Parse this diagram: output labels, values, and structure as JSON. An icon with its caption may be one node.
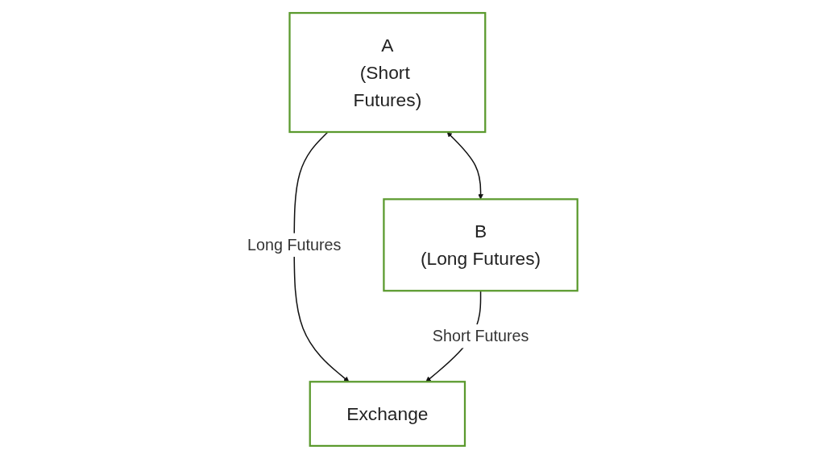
{
  "diagram": {
    "nodes": [
      {
        "text": [
          "A",
          "(Short Futures)"
        ]
      },
      {
        "text": [
          "B",
          "(Long Futures)"
        ]
      },
      {
        "text": [
          "Exchange"
        ]
      }
    ],
    "edges": [
      {
        "from": 0,
        "to": 1,
        "arrow": "both"
      },
      {
        "from": 0,
        "to": 2,
        "arrow": "to",
        "label": "Long Futures"
      },
      {
        "from": 1,
        "to": 2,
        "arrow": "to",
        "label": "Short Futures"
      }
    ]
  }
}
